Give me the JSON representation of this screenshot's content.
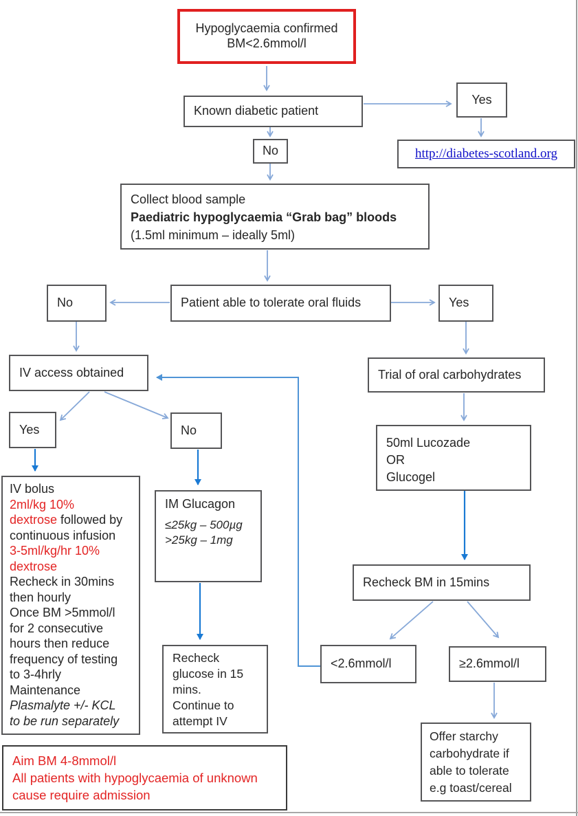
{
  "colors": {
    "arrow_light": "#86a8d8",
    "arrow_bright": "#1a7ad4",
    "arrow_loop": "#4f94d6",
    "box_border": "#555557",
    "start_border": "#e02020",
    "alert_red": "#e32424",
    "link_blue": "#1111c8"
  },
  "boxes": {
    "title": {
      "l1": "Hypoglycaemia confirmed",
      "l2": "BM<2.6mmol/l"
    },
    "known_diabetic": "Known diabetic patient",
    "yes_top": "Yes",
    "link": "http://diabetes-scotland.org",
    "no_top": "No",
    "collect": {
      "l1": "Collect blood sample",
      "l2": "Paediatric hypoglycaemia “Grab bag” bloods",
      "l3": "(1.5ml minimum – ideally 5ml)"
    },
    "patient_able": "Patient able to tolerate oral fluids",
    "no_left": "No",
    "yes_right": "Yes",
    "iv_access": "IV access obtained",
    "trial": "Trial of oral carbohydrates",
    "yes_iv": "Yes",
    "no_iv": "No",
    "lucozade": {
      "l1": "50ml Lucozade",
      "l2": "OR",
      "l3": "Glucogel"
    },
    "iv_bolus": {
      "l1": "IV bolus",
      "l2": "2ml/kg 10%",
      "l3_red": "dextrose",
      "l3_black": " followed by",
      "l4": "continuous infusion",
      "l5": "3-5ml/kg/hr 10%",
      "l6": "dextrose",
      "l7": "Recheck in 30mins",
      "l8": "then hourly",
      "l9": "Once BM >5mmol/l",
      "l10": "for 2 consecutive",
      "l11": "hours then reduce",
      "l12": "frequency of testing",
      "l13": "to 3-4hrly",
      "l14": "Maintenance",
      "l15": "Plasmalyte +/- KCL",
      "l16": "to be run separately"
    },
    "im_glucagon": {
      "title": "IM Glucagon",
      "dose1": "≤25kg – 500µg",
      "dose2": ">25kg – 1mg"
    },
    "recheck_bm": "Recheck BM in 15mins",
    "recheck_glucose": {
      "l1": "Recheck",
      "l2": "glucose in 15",
      "l3": "mins.",
      "l4": "Continue to",
      "l5": "attempt IV"
    },
    "lt26": "<2.6mmol/l",
    "ge26": "≥2.6mmol/l",
    "offer": {
      "l1": "Offer starchy",
      "l2": "carbohydrate if",
      "l3": "able to tolerate",
      "l4": "e.g toast/cereal"
    },
    "aim": {
      "l1": "Aim BM 4-8mmol/l",
      "l2": "All patients with hypoglycaemia of unknown",
      "l3": "cause require admission"
    }
  }
}
